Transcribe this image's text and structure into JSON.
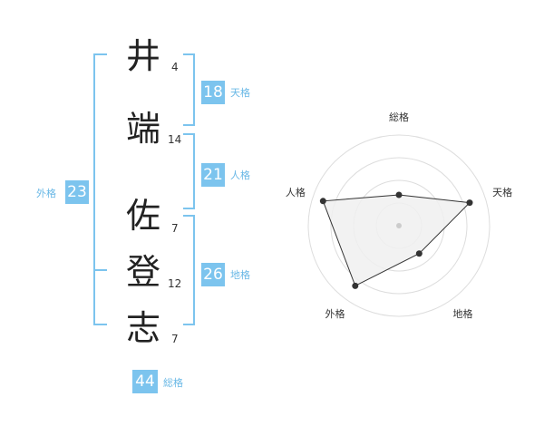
{
  "name": {
    "surname": [
      {
        "char": "井",
        "strokes": "4"
      },
      {
        "char": "端",
        "strokes": "14"
      }
    ],
    "given": [
      {
        "char": "佐",
        "strokes": "7"
      },
      {
        "char": "登",
        "strokes": "12"
      },
      {
        "char": "志",
        "strokes": "7"
      }
    ]
  },
  "kakusu": {
    "tenkaku": {
      "value": "18",
      "label": "天格"
    },
    "jinkaku": {
      "value": "21",
      "label": "人格"
    },
    "chikaku": {
      "value": "26",
      "label": "地格"
    },
    "gaikaku": {
      "value": "23",
      "label": "外格"
    },
    "soukaku": {
      "value": "44",
      "label": "総格"
    }
  },
  "colors": {
    "accent": "#7cc4ee",
    "accent_text": "#69b8e6",
    "text": "#222222",
    "radar_line": "#333333",
    "radar_fill": "#f0f0f0",
    "radar_ring": "#dddddd"
  },
  "chart_data": {
    "type": "radar",
    "axes": [
      "総格",
      "天格",
      "地格",
      "外格",
      "人格"
    ],
    "max": 5,
    "rings": 4,
    "values": [
      1.7,
      4.1,
      1.9,
      4.1,
      4.4
    ]
  }
}
